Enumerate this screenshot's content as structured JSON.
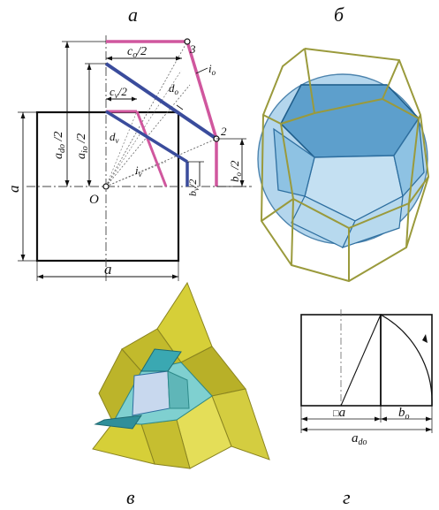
{
  "panels": {
    "a": {
      "letter": "а",
      "labels": {
        "co_half": "c",
        "co_sub": "o",
        "co_tail": "/2",
        "pt3": "3",
        "io": "i",
        "io_sub": "o",
        "cv_half": "c",
        "cv_sub": "v",
        "cv_tail": "/2",
        "do": "d",
        "do_sub": "o",
        "dv": "d",
        "dv_sub": "v",
        "pt2": "2",
        "ado_half": "a",
        "ado_sub": "do",
        "ado_tail": " /2",
        "aio_half": "a",
        "aio_sub": "io",
        "aio_tail": " /2",
        "side_a": "a",
        "bottom_a": "a",
        "origin": "O",
        "iv": "i",
        "iv_sub": "v",
        "bv_half": "b",
        "bv_sub": "v",
        "bv_tail": "/2",
        "bo_half": "b",
        "bo_sub": "o",
        "bo_tail": " /2"
      }
    },
    "b": {
      "letter": "б"
    },
    "c": {
      "letter": "в"
    },
    "d": {
      "letter": "г",
      "labels": {
        "a_box": "□",
        "a": "a",
        "bo": "b",
        "bo_sub": "o",
        "ado": "a",
        "ado_sub": "do"
      }
    }
  },
  "colors": {
    "magenta": "#d0579e",
    "navy": "#3a4c9c",
    "olive": "#9a9a3c",
    "blue_fill": "#7fb6d8",
    "blue_edge": "#2e6fa0",
    "yellow": "#d6cf38",
    "teal": "#7fd0d0"
  }
}
